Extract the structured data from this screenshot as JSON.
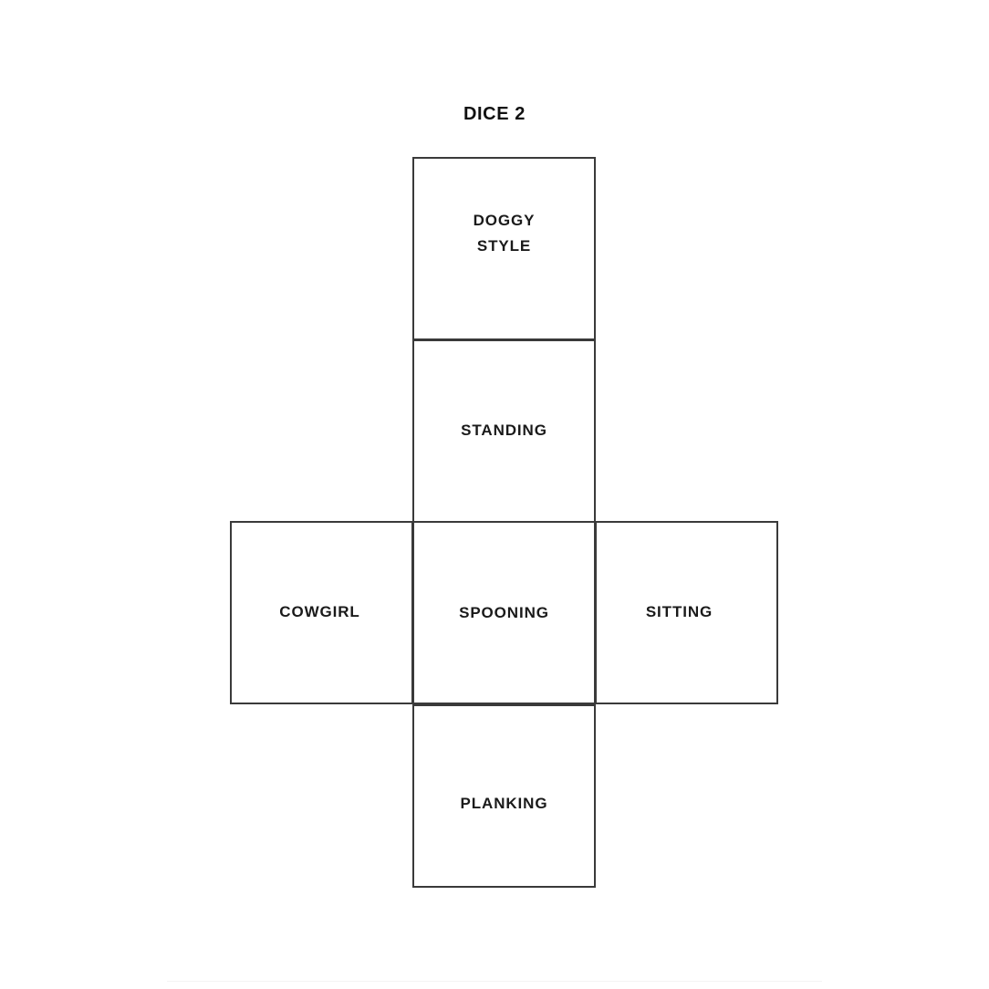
{
  "page": {
    "title": "DICE 2",
    "background_color": "#ffffff",
    "stroke_color": "#3a3a3a",
    "text_color": "#1a1a1a"
  },
  "dice_net": {
    "shape": "cross",
    "face_count": 6,
    "faces": [
      {
        "position": "top",
        "label": "DOGGY\nSTYLE"
      },
      {
        "position": "upper-middle",
        "label": "STANDING"
      },
      {
        "position": "center",
        "label": "SPOONING"
      },
      {
        "position": "left",
        "label": "COWGIRL"
      },
      {
        "position": "right",
        "label": "SITTING"
      },
      {
        "position": "bottom",
        "label": "PLANKING"
      }
    ]
  }
}
